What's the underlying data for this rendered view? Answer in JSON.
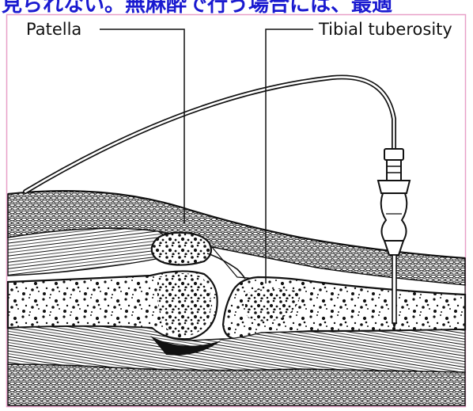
{
  "header": {
    "text": "見られない。無麻酔で行う場合には、最適",
    "color": "#1a1ad0"
  },
  "labels": {
    "patella": "Patella",
    "tibial_tuberosity": "Tibial tuberosity"
  },
  "colors": {
    "frame": "#e8a0c8",
    "ink": "#111111",
    "background": "#ffffff"
  },
  "icons": [
    "needle-icon",
    "syringe-hub-icon"
  ]
}
